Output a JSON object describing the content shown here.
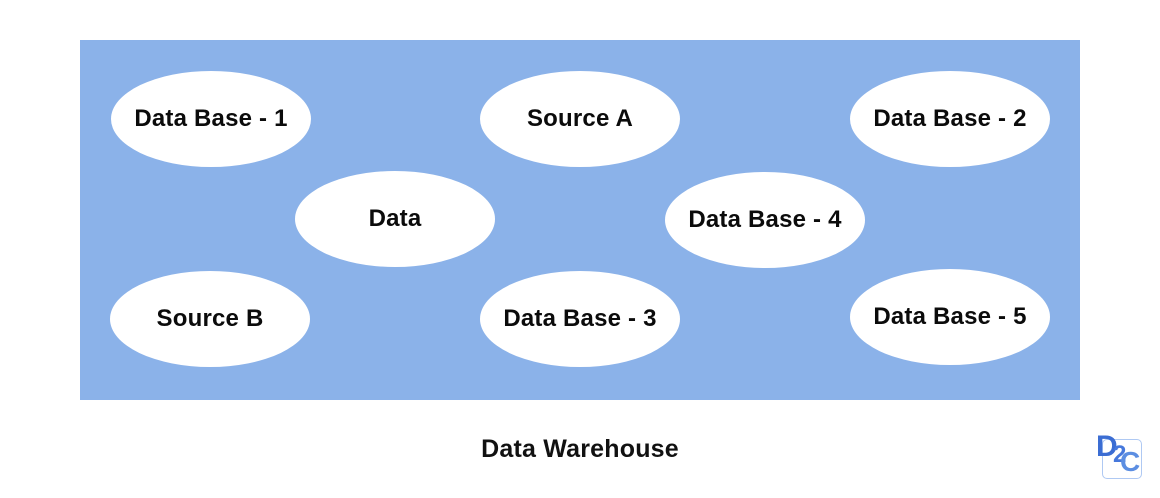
{
  "diagram": {
    "caption": "Data Warehouse",
    "panel_color": "#8BB2E9",
    "node_fill_color": "#FFFFFF",
    "label_color": "#0B0B0B",
    "nodes": [
      {
        "id": "database-1",
        "label": "Data Base - 1"
      },
      {
        "id": "source-a",
        "label": "Source A"
      },
      {
        "id": "database-2",
        "label": "Data Base - 2"
      },
      {
        "id": "data",
        "label": "Data"
      },
      {
        "id": "database-4",
        "label": "Data Base - 4"
      },
      {
        "id": "source-b",
        "label": "Source B"
      },
      {
        "id": "database-3",
        "label": "Data Base - 3"
      },
      {
        "id": "database-5",
        "label": "Data Base - 5"
      }
    ]
  },
  "logo": {
    "name": "D2C",
    "letters": [
      "D",
      "2",
      "C"
    ],
    "letter_colors": [
      "#3B6DD3",
      "#4678DC",
      "#5C8EE2"
    ],
    "frame_color": "#AFC9F3"
  }
}
